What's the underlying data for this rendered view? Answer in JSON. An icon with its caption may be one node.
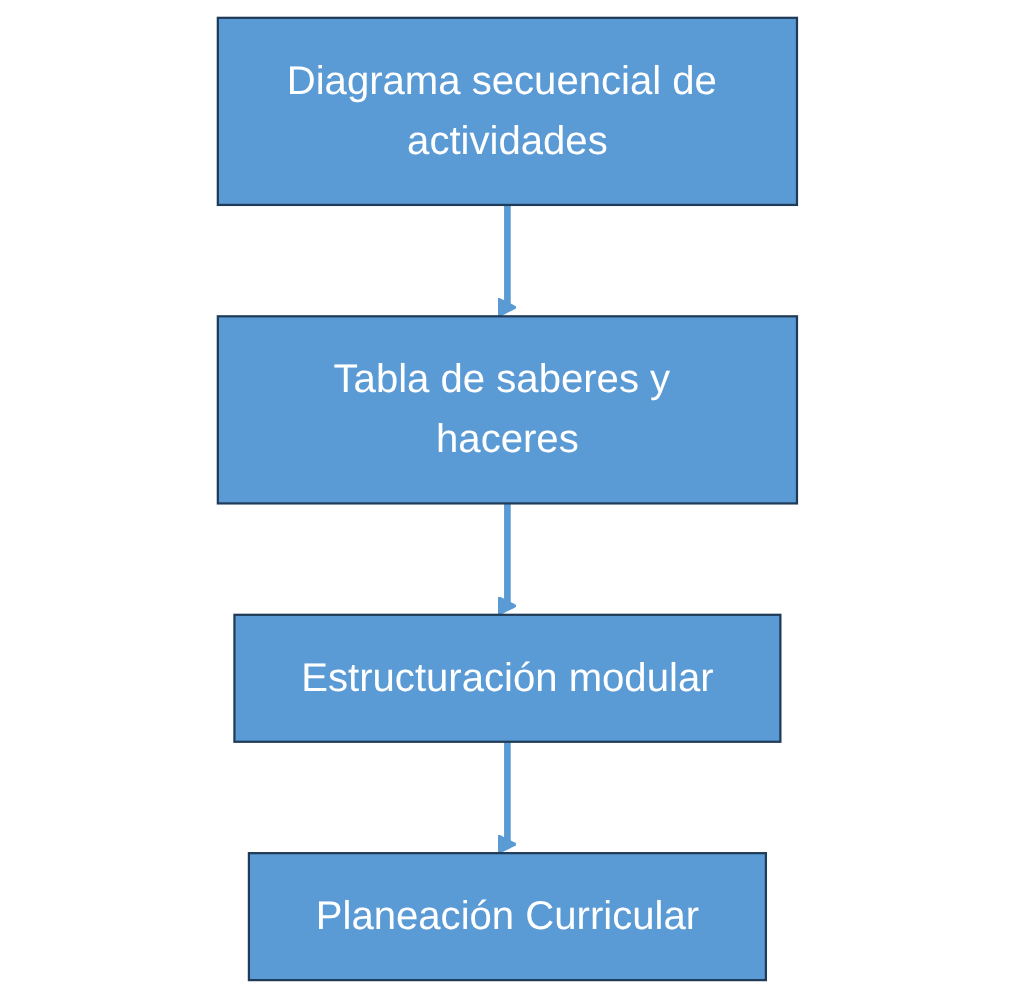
{
  "diagram": {
    "nodes": [
      {
        "text": [
          "Diagrama secuencial de actividades"
        ]
      },
      {
        "text": [
          "Tabla de saberes y haceres"
        ]
      },
      {
        "text": [
          "Estructuración modular"
        ]
      },
      {
        "text": [
          "Planeación Curricular"
        ]
      }
    ],
    "edges": [
      {
        "from": 0,
        "to": 1,
        "arrow": "to"
      },
      {
        "from": 1,
        "to": 2,
        "arrow": "to"
      },
      {
        "from": 2,
        "to": 3,
        "arrow": "to"
      }
    ]
  }
}
